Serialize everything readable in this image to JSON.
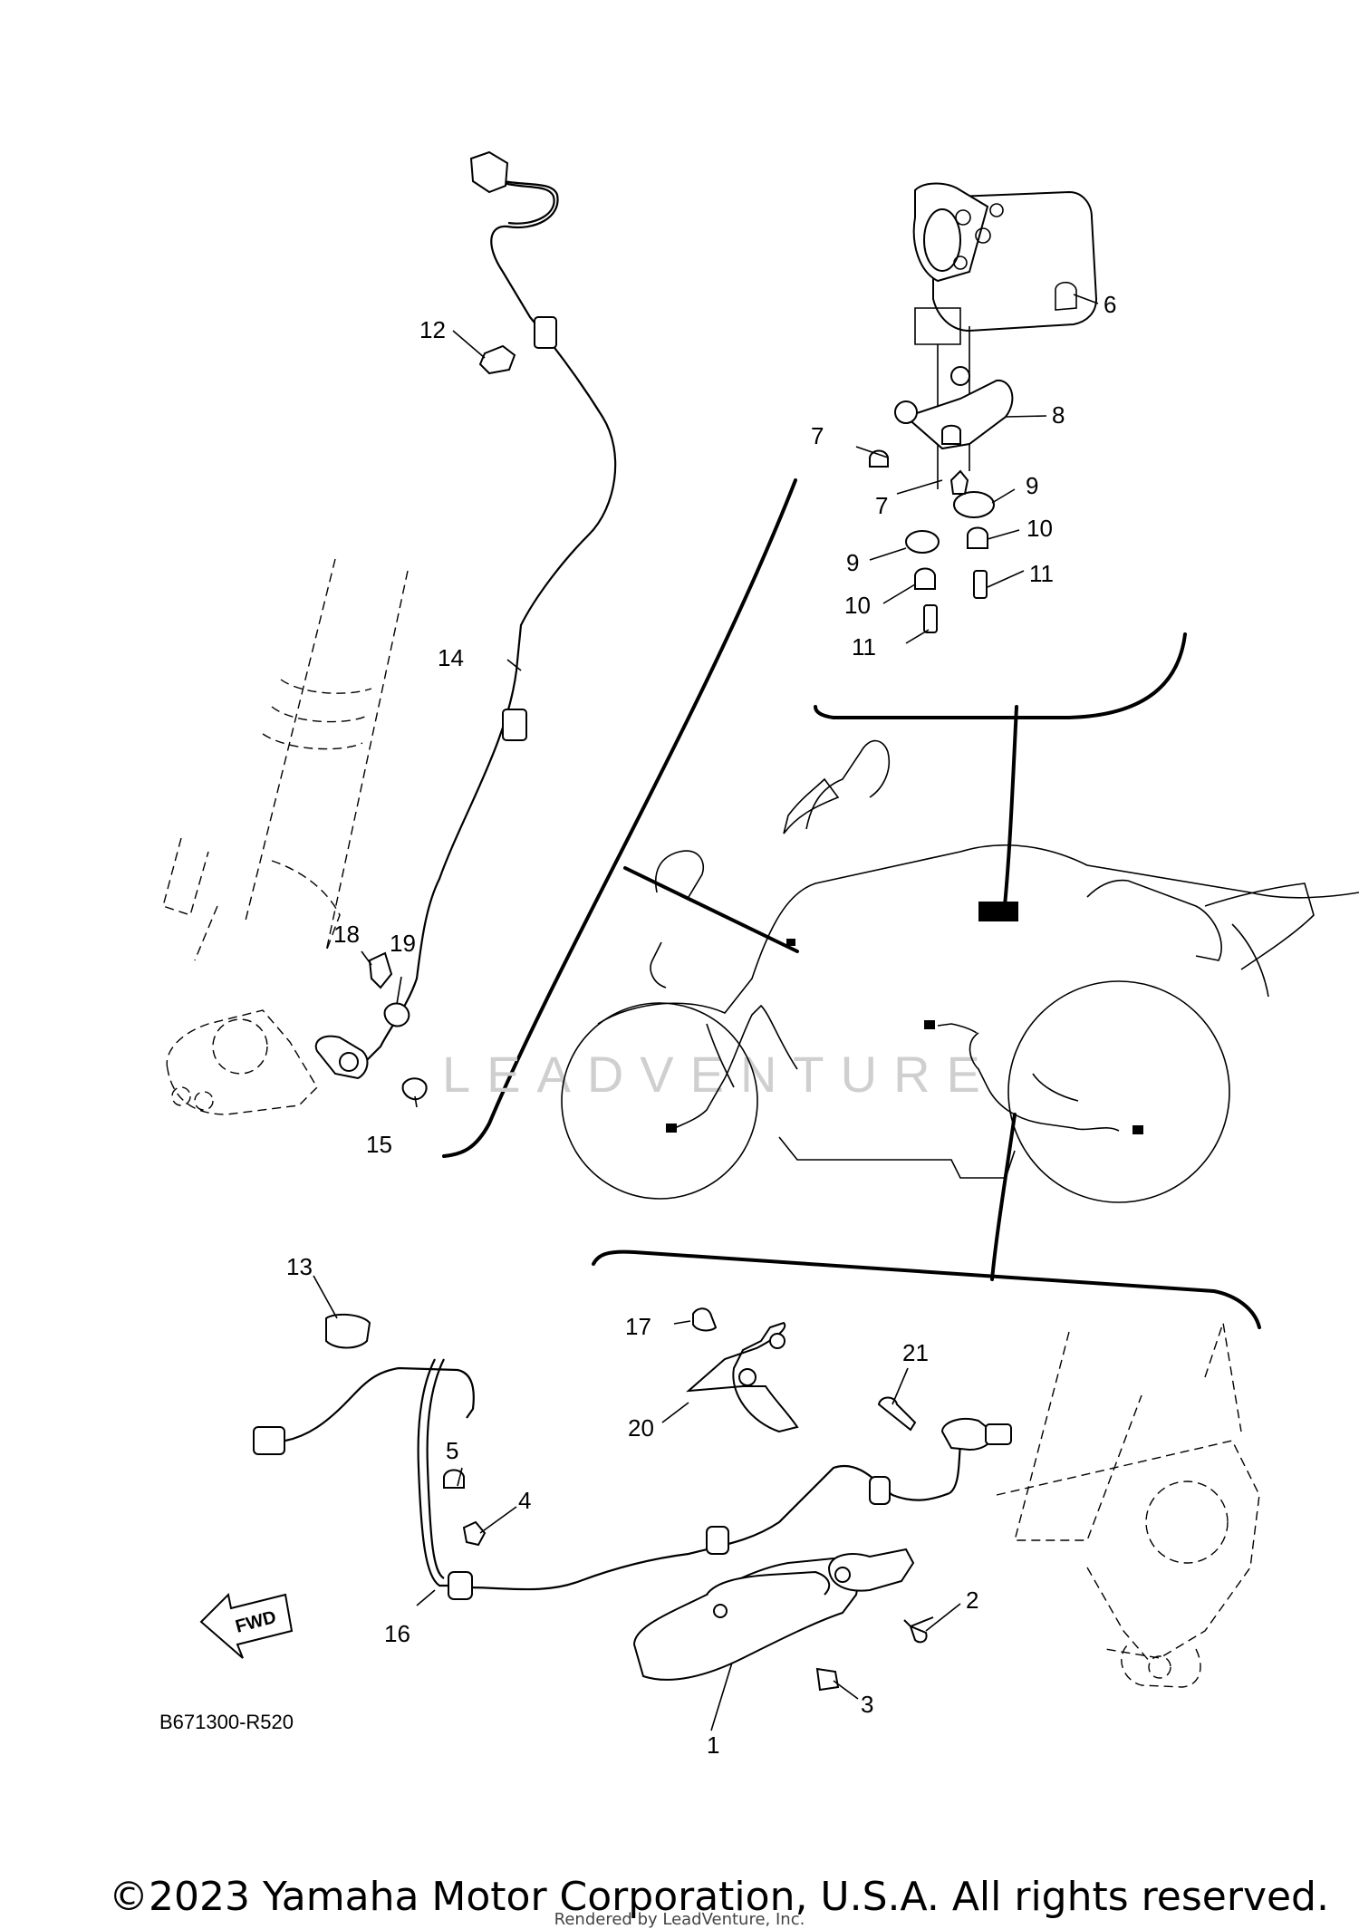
{
  "diagram": {
    "part_labels": [
      "1",
      "2",
      "3",
      "4",
      "5",
      "6",
      "7",
      "7",
      "8",
      "9",
      "9",
      "10",
      "10",
      "11",
      "11",
      "12",
      "13",
      "14",
      "15",
      "16",
      "17",
      "18",
      "19",
      "20",
      "21"
    ],
    "diagram_code": "B671300-R520",
    "fwd_label": "FWD",
    "watermark": "LEADVENTURE",
    "copyright": "©2023 Yamaha Motor Corporation, U.S.A. All rights reserved.",
    "rendered_by": "Rendered by LeadVenture, Inc."
  }
}
